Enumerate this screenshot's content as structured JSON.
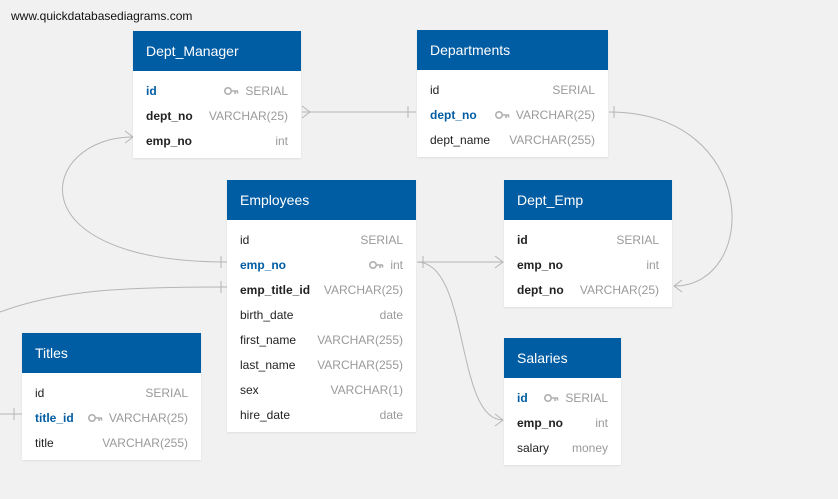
{
  "watermark": "www.quickdatabasediagrams.com",
  "tables": {
    "dept_manager": {
      "name": "Dept_Manager",
      "columns": [
        {
          "name": "id",
          "type": "SERIAL",
          "key": true
        },
        {
          "name": "dept_no",
          "type": "VARCHAR(25)"
        },
        {
          "name": "emp_no",
          "type": "int"
        }
      ]
    },
    "departments": {
      "name": "Departments",
      "columns": [
        {
          "name": "id",
          "type": "SERIAL"
        },
        {
          "name": "dept_no",
          "type": "VARCHAR(25)",
          "key": true
        },
        {
          "name": "dept_name",
          "type": "VARCHAR(255)"
        }
      ]
    },
    "employees": {
      "name": "Employees",
      "columns": [
        {
          "name": "id",
          "type": "SERIAL"
        },
        {
          "name": "emp_no",
          "type": "int",
          "key": true
        },
        {
          "name": "emp_title_id",
          "type": "VARCHAR(25)"
        },
        {
          "name": "birth_date",
          "type": "date"
        },
        {
          "name": "first_name",
          "type": "VARCHAR(255)"
        },
        {
          "name": "last_name",
          "type": "VARCHAR(255)"
        },
        {
          "name": "sex",
          "type": "VARCHAR(1)"
        },
        {
          "name": "hire_date",
          "type": "date"
        }
      ]
    },
    "dept_emp": {
      "name": "Dept_Emp",
      "columns": [
        {
          "name": "id",
          "type": "SERIAL"
        },
        {
          "name": "emp_no",
          "type": "int"
        },
        {
          "name": "dept_no",
          "type": "VARCHAR(25)"
        }
      ]
    },
    "titles": {
      "name": "Titles",
      "columns": [
        {
          "name": "id",
          "type": "SERIAL"
        },
        {
          "name": "title_id",
          "type": "VARCHAR(25)",
          "key": true
        },
        {
          "name": "title",
          "type": "VARCHAR(255)"
        }
      ]
    },
    "salaries": {
      "name": "Salaries",
      "columns": [
        {
          "name": "id",
          "type": "SERIAL",
          "key": true
        },
        {
          "name": "emp_no",
          "type": "int"
        },
        {
          "name": "salary",
          "type": "money"
        }
      ]
    }
  },
  "colors": {
    "header": "#005ca3",
    "primary_key_text": "#005ca3",
    "connector": "#b5b5b5",
    "background": "#f1f1f2"
  },
  "icons": {
    "key": "key-icon"
  }
}
